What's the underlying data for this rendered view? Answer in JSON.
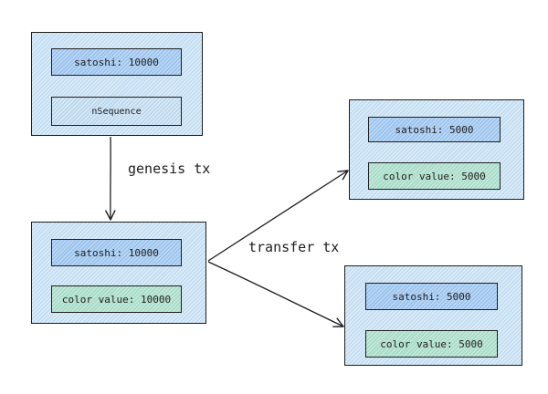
{
  "colors": {
    "stroke": "#1e1e1e",
    "box_fill": "#c4def2",
    "satoshi_fill": "#9cc4ee",
    "color_value_fill": "#a8dcc8"
  },
  "genesis_input": {
    "satoshi": "satoshi: 10000",
    "nsequence": "nSequence"
  },
  "genesis_output": {
    "satoshi": "satoshi: 10000",
    "color_value": "color value: 10000"
  },
  "transfer_output_1": {
    "satoshi": "satoshi: 5000",
    "color_value": "color value: 5000"
  },
  "transfer_output_2": {
    "satoshi": "satoshi: 5000",
    "color_value": "color value: 5000"
  },
  "edges": {
    "genesis": "genesis tx",
    "transfer": "transfer tx"
  }
}
